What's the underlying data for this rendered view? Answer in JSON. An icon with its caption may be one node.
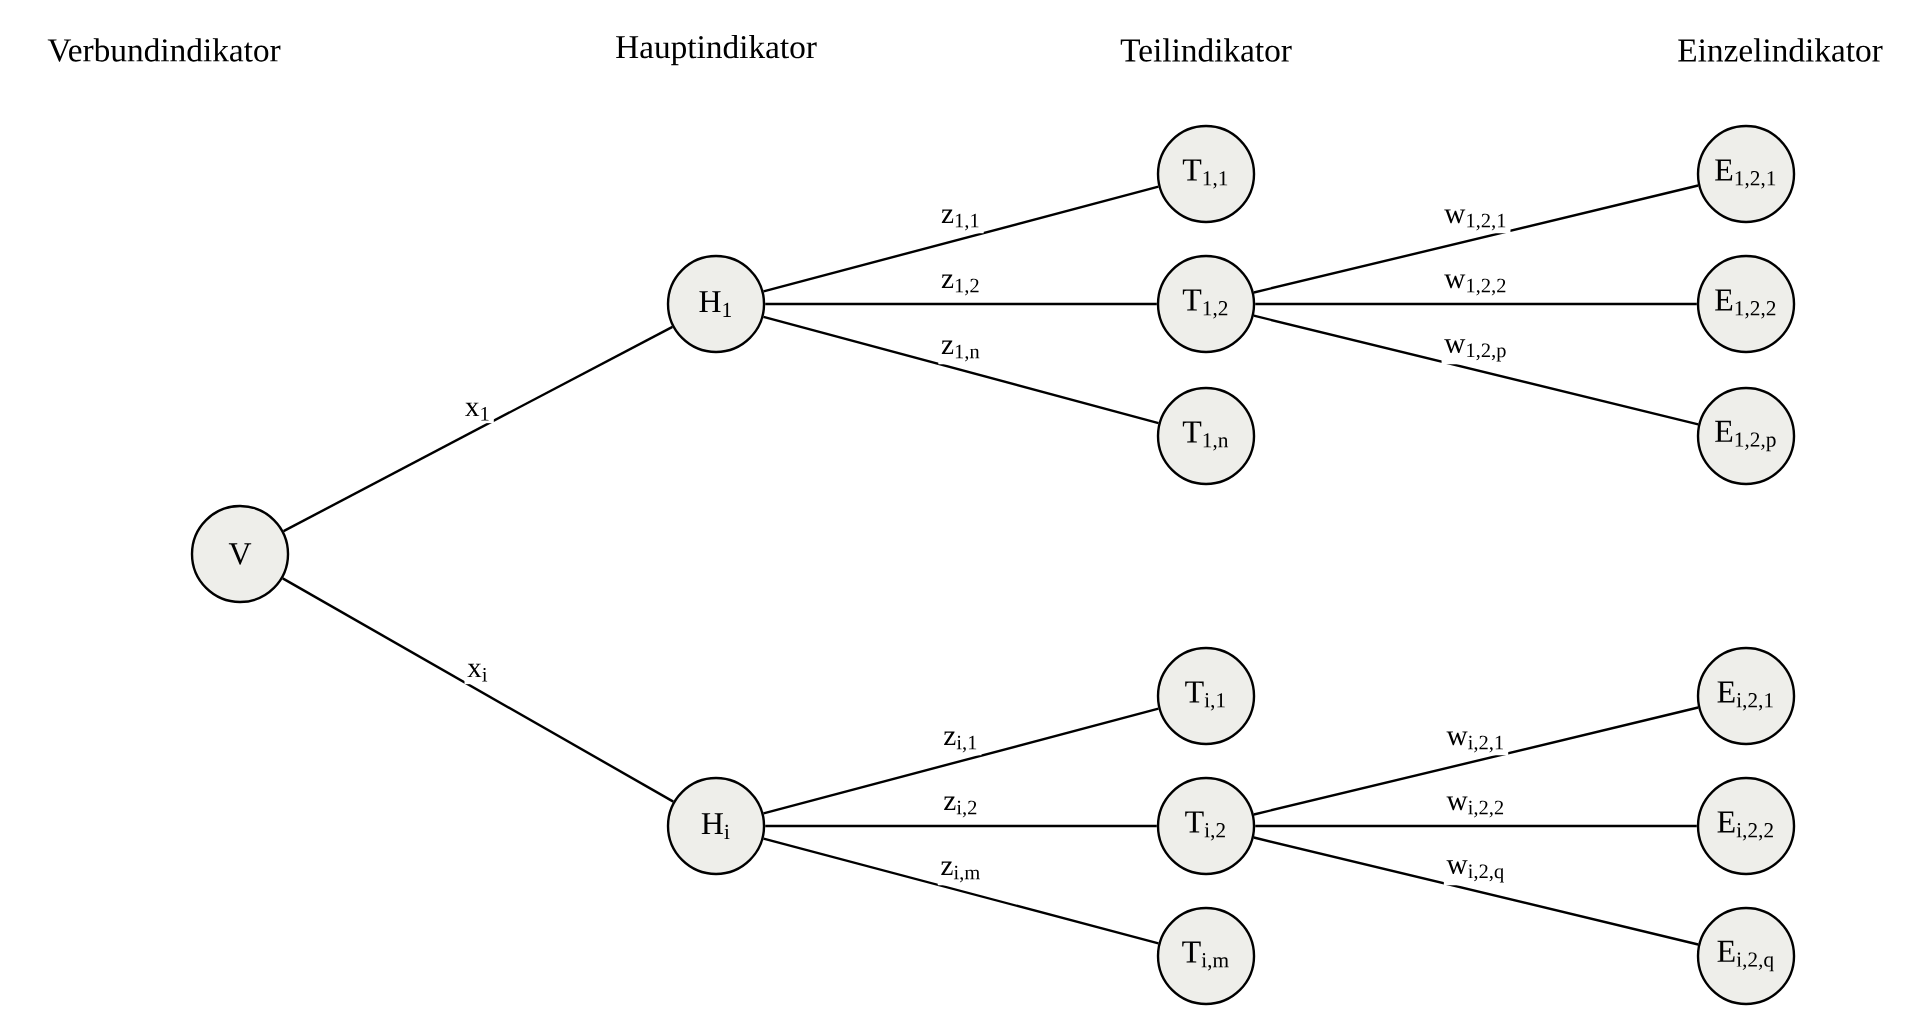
{
  "diagram": {
    "nodes": [
      {
        "text": [
          "V"
        ]
      },
      {
        "text": [
          "H$_{1}$"
        ]
      },
      {
        "text": [
          "H$_{i}$"
        ]
      },
      {
        "text": [
          "T$_{1,1}$"
        ]
      },
      {
        "text": [
          "T$_{1,2}$"
        ]
      },
      {
        "text": [
          "T$_{1,n}$"
        ]
      },
      {
        "text": [
          "T$_{i,1}$"
        ]
      },
      {
        "text": [
          "T$_{i,2}$"
        ]
      },
      {
        "text": [
          "T$_{i,m}$"
        ]
      },
      {
        "text": [
          "E$_{1,2,1}$"
        ]
      },
      {
        "text": [
          "E$_{1,2,2}$"
        ]
      },
      {
        "text": [
          "E$_{1,2,p}$"
        ]
      },
      {
        "text": [
          "E$_{i,2,1}$"
        ]
      },
      {
        "text": [
          "E$_{i,2,2}$"
        ]
      },
      {
        "text": [
          "E$_{i,2,q}$"
        ]
      }
    ],
    "edges": [
      {
        "from": 0,
        "to": 1,
        "arrow": "none",
        "label": "x$_{1}$"
      },
      {
        "from": 0,
        "to": 2,
        "arrow": "none",
        "label": "x$_{i}$"
      },
      {
        "from": 1,
        "to": 3,
        "arrow": "none",
        "label": "z$_{1,1}$"
      },
      {
        "from": 1,
        "to": 4,
        "arrow": "none",
        "label": "z$_{1,2}$"
      },
      {
        "from": 1,
        "to": 5,
        "arrow": "none",
        "label": "z$_{1,n}$"
      },
      {
        "from": 4,
        "to": 9,
        "arrow": "none",
        "label": "w$_{1,2,1}$"
      },
      {
        "from": 4,
        "to": 10,
        "arrow": "none",
        "label": "w$_{1,2,2}$"
      },
      {
        "from": 4,
        "to": 11,
        "arrow": "none",
        "label": "w$_{1,2,p}$"
      },
      {
        "from": 2,
        "to": 6,
        "arrow": "none",
        "label": "z$_{i,1}$"
      },
      {
        "from": 2,
        "to": 7,
        "arrow": "none",
        "label": "z$_{i,2}$"
      },
      {
        "from": 2,
        "to": 8,
        "arrow": "none",
        "label": "z$_{i,m}$"
      },
      {
        "from": 7,
        "to": 12,
        "arrow": "none",
        "label": "w$_{i,2,1}$"
      },
      {
        "from": 7,
        "to": 13,
        "arrow": "none",
        "label": "w$_{i,2,2}$"
      },
      {
        "from": 7,
        "to": 14,
        "arrow": "none",
        "label": "w$_{i,2,q}$"
      }
    ],
    "labels": [
      "Verbundindikator",
      "Hauptindikator",
      "Teilindikator",
      "Einzelindikator"
    ]
  }
}
